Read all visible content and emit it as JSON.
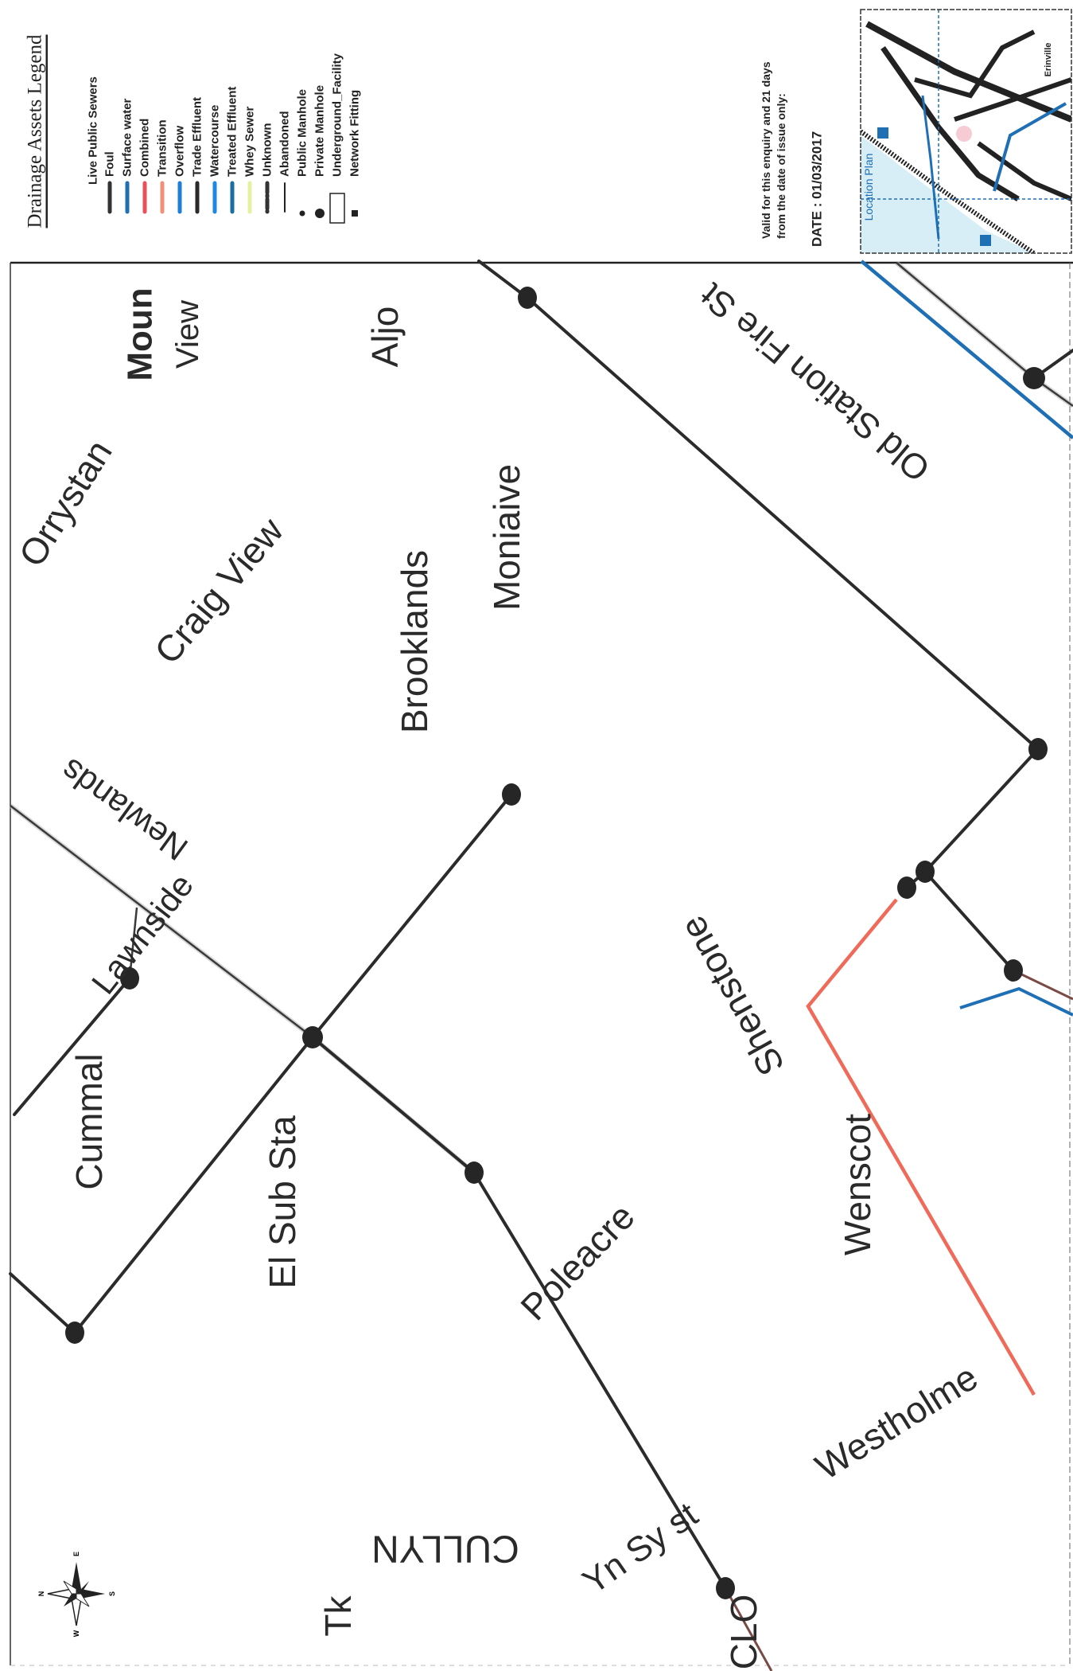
{
  "legend": {
    "title": "Drainage Assets Legend",
    "items": [
      {
        "label": "Live Public Sewers",
        "symbol": "none",
        "color": ""
      },
      {
        "label": "Foul",
        "symbol": "line",
        "color": "#333333"
      },
      {
        "label": "Surface water",
        "symbol": "line",
        "color": "#1f6fb5"
      },
      {
        "label": "Combined",
        "symbol": "line",
        "color": "#e8505b"
      },
      {
        "label": "Transition",
        "symbol": "line",
        "color": "#f0907a"
      },
      {
        "label": "Overflow",
        "symbol": "line",
        "color": "#1e7fd8"
      },
      {
        "label": "Trade Effluent",
        "symbol": "line",
        "color": "#2a2a2a"
      },
      {
        "label": "Watercourse",
        "symbol": "line",
        "color": "#1e88e5"
      },
      {
        "label": "Treated Effluent",
        "symbol": "line",
        "color": "#1a6fa0"
      },
      {
        "label": "Whey Sewer",
        "symbol": "line",
        "color": "#e6f0a0"
      },
      {
        "label": "Unknown",
        "symbol": "dashed-line",
        "color": "#333333"
      },
      {
        "label": "Abandoned",
        "symbol": "thin-line",
        "color": "#222222"
      },
      {
        "label": "Public Manhole",
        "symbol": "small-dot",
        "color": "#222222"
      },
      {
        "label": "Private Manhole",
        "symbol": "large-dot",
        "color": "#222222"
      },
      {
        "label": "Underground_Facility",
        "symbol": "rectangle",
        "color": "#222222"
      },
      {
        "label": "Network Fitting",
        "symbol": "small-square",
        "color": "#222222"
      }
    ]
  },
  "validity": {
    "line1": "Valid for this enquiry and 21 days",
    "line2": "from the date of issue only:",
    "date_label": "DATE :  01/03/2017"
  },
  "location_plan": {
    "title": "Location Plan",
    "place": "Erinville",
    "title_color": "#1f6fb5"
  },
  "map": {
    "labels": {
      "moun": "Moun",
      "view": "View",
      "aljo": "Aljo",
      "orrystan": "Orrystan",
      "craig_view": "Craig View",
      "brooklands": "Brooklands",
      "moniaive": "Moniaive",
      "old_station": "Old Station Fire St",
      "newlands": "Newlands",
      "lawnside": "Lawnside",
      "cummal": "Cummal",
      "el_sub_sta": "El Sub Sta",
      "shenstone": "Shenstone",
      "poleacre": "Poleacre",
      "wenscot": "Wenscot",
      "westholme": "Westholme",
      "cullyn": "CULLYN",
      "tk": "Tk",
      "yn_st": "Yn Sy st",
      "close": "CLO"
    },
    "compass": {
      "n": "N",
      "e": "E",
      "s": "S",
      "w": "W"
    },
    "colors": {
      "foul": "#2b2b2b",
      "transition": "#f06a5a",
      "surface_water": "#1f6fb5",
      "combined_brown": "#7a4a45"
    }
  }
}
